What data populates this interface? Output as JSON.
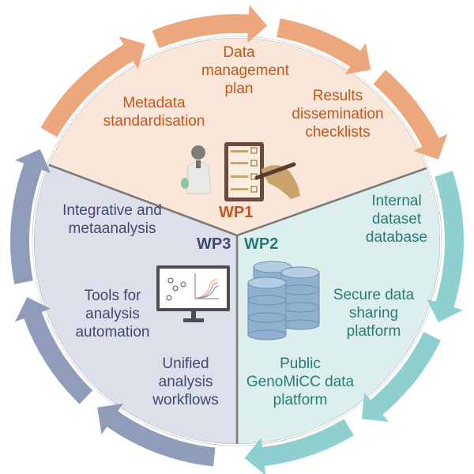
{
  "colors": {
    "wp1_fill": "#fbe6da",
    "wp2_fill": "#dcefee",
    "wp3_fill": "#dde0ea",
    "wp1_arrow": "#eda77c",
    "wp2_arrow": "#8dd0cf",
    "wp3_arrow": "#8f9dba",
    "wp1_text": "#c4561c",
    "wp2_text": "#2a7a78",
    "wp3_text": "#3f4a6e",
    "divider": "#7a7a7a"
  },
  "wp1": {
    "title": "WP1",
    "items": [
      "Data management plan",
      "Metadata standardisation",
      "Results dissemination checklists"
    ],
    "icons": [
      "scientist-icon",
      "checklist-icon",
      "writing-hand-icon"
    ]
  },
  "wp2": {
    "title": "WP2",
    "items": [
      "Internal dataset database",
      "Secure data sharing platform",
      "Public GenoMiCC data platform"
    ],
    "icons": [
      "database-icon"
    ]
  },
  "wp3": {
    "title": "WP3",
    "items": [
      "Integrative and metaanalysis",
      "Tools for analysis automation",
      "Unified analysis workflows"
    ],
    "icons": [
      "monitor-chart-icon"
    ]
  }
}
